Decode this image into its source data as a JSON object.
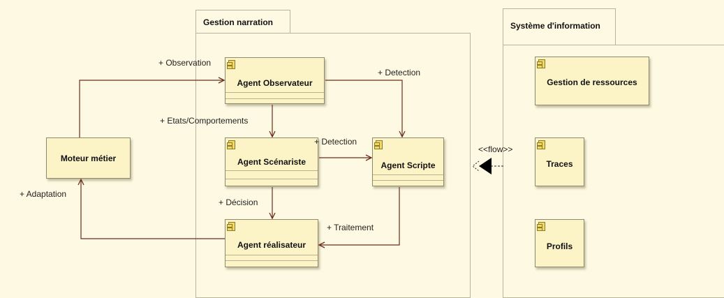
{
  "packages": {
    "gestion": {
      "title": "Gestion narration"
    },
    "systeme": {
      "title": "Système d'information"
    }
  },
  "components": {
    "observateur": "Agent Observateur",
    "scenariste": "Agent Scénariste",
    "scripte": "Agent Scripte",
    "realisateur": "Agent réalisateur",
    "moteur": "Moteur métier",
    "ressources": "Gestion de ressources",
    "traces": "Traces",
    "profils": "Profils"
  },
  "labels": {
    "observation": "+ Observation",
    "detection_top": "+ Detection",
    "etats": "+ Etats/Comportements",
    "detection_mid": "+ Detection",
    "decision": "+ Décision",
    "traitement": "+ Traitement",
    "adaptation": "+ Adaptation",
    "flow": "<<flow>>"
  },
  "colors": {
    "background": "#fdf9e2",
    "component_fill": "#fcf4c6",
    "package_border": "#b8b49a",
    "connector": "#6a2e1c",
    "flow_arrow": "#000000"
  }
}
